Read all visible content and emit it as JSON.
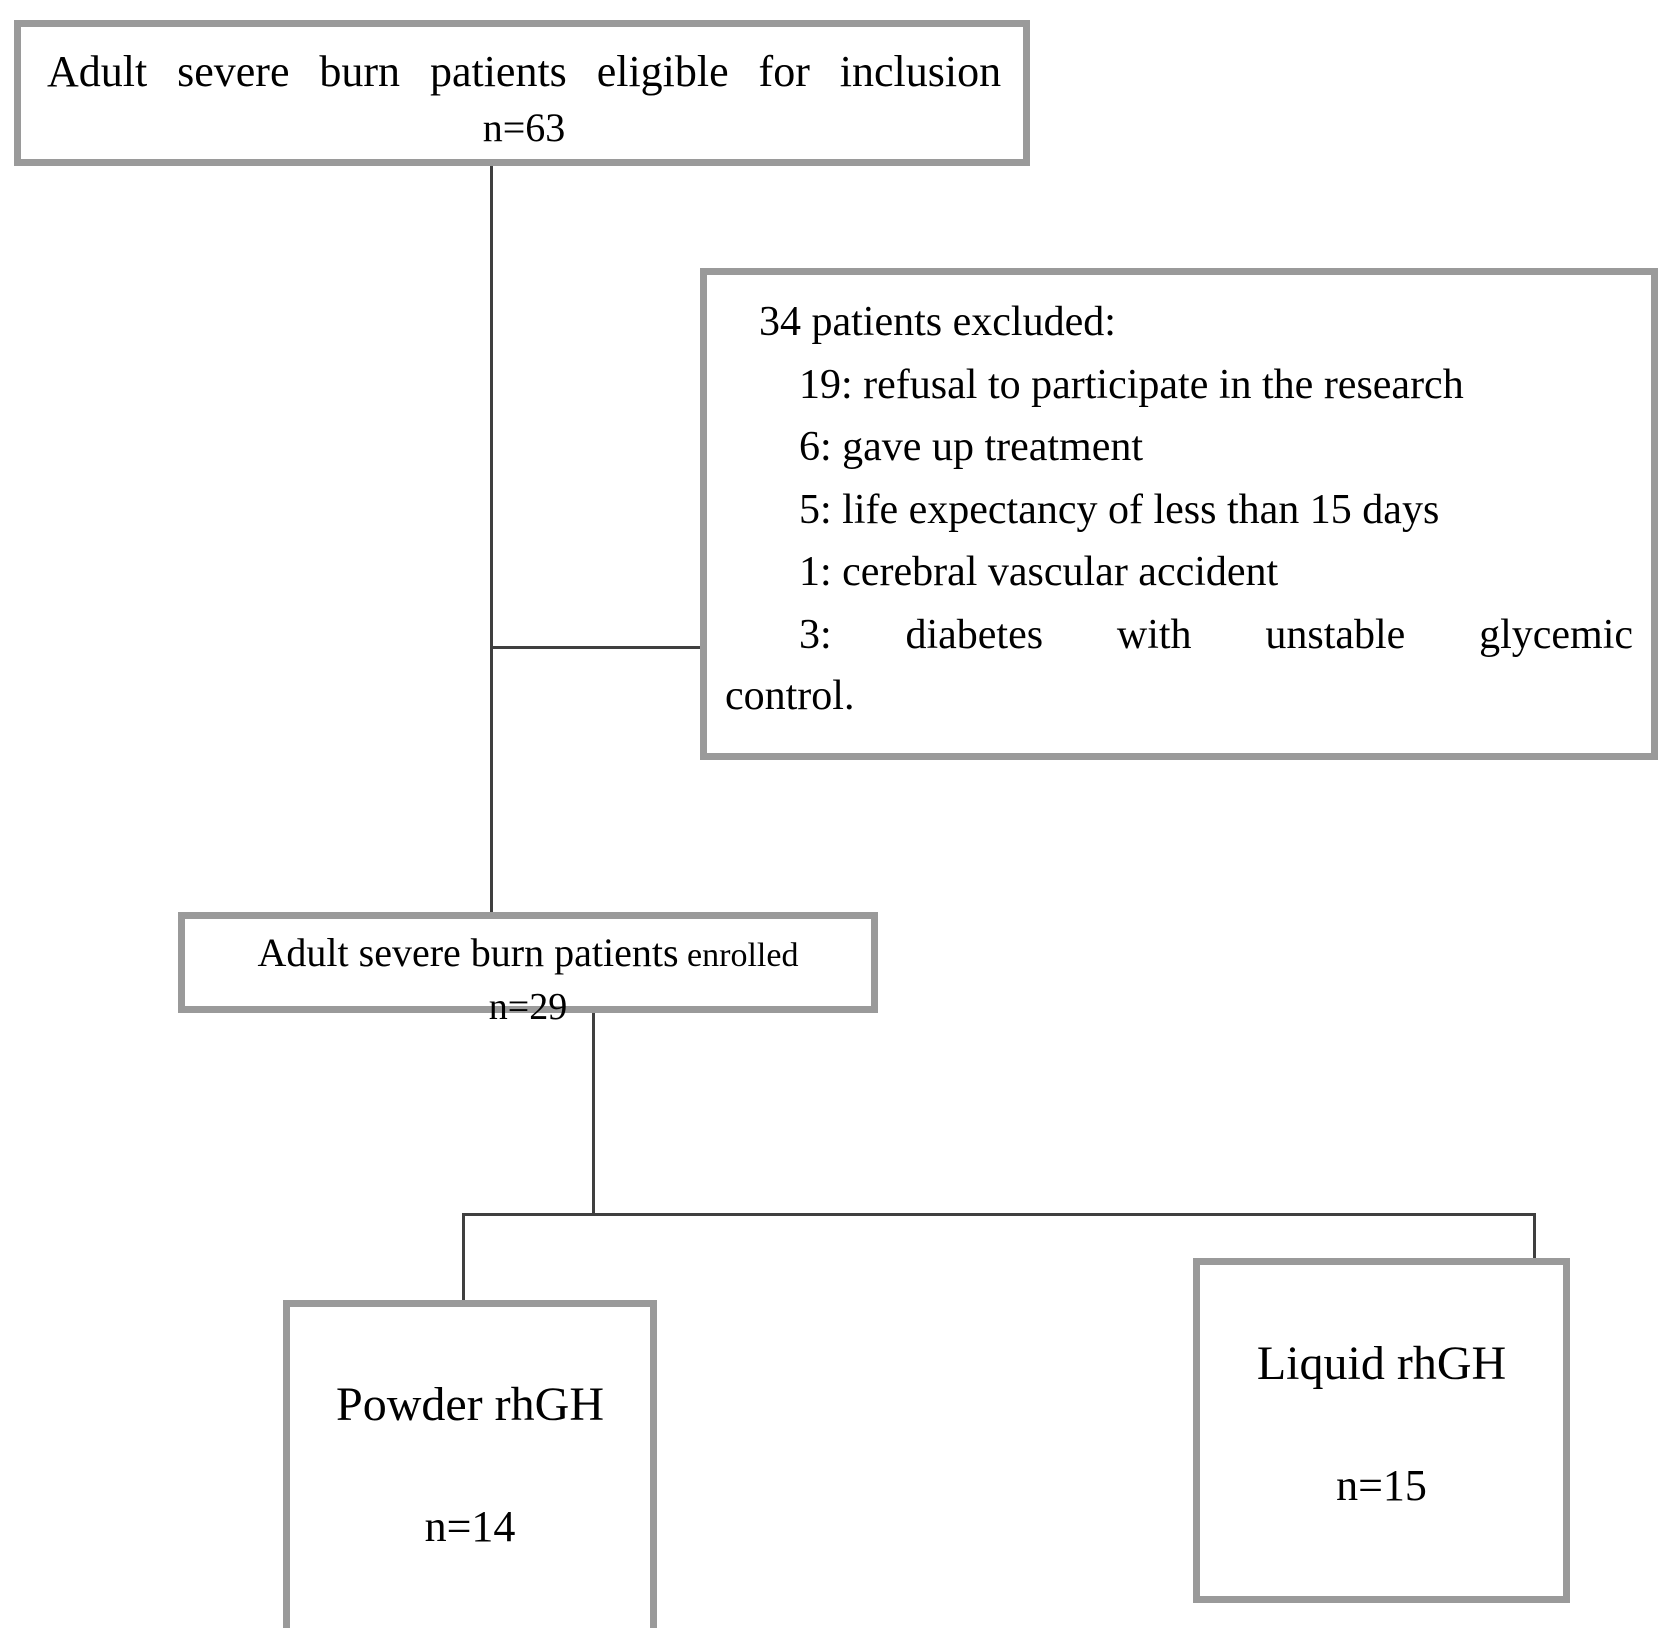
{
  "diagram": {
    "type": "flowchart",
    "title": "Patient enrollment flow diagram",
    "style": {
      "box_border_color": "#9a9a9a",
      "connector_color": "#3f3f3f",
      "background": "#ffffff",
      "text_color": "#000000"
    },
    "nodes": {
      "eligible": {
        "label": "Adult severe burn patients eligible for inclusion",
        "words": [
          "Adult",
          "severe",
          "burn",
          "patients",
          "eligible",
          "for",
          "inclusion"
        ],
        "count_label": "n=63",
        "n": 63
      },
      "excluded": {
        "header": "34 patients excluded:",
        "total": 34,
        "items": [
          {
            "n": 19,
            "label": "19: refusal to participate in the research",
            "reason": "refusal to participate in the research"
          },
          {
            "n": 6,
            "label": "6: gave up treatment",
            "reason": "gave up treatment"
          },
          {
            "n": 5,
            "label": "5: life expectancy of less than 15 days",
            "reason": "life expectancy of less than 15 days"
          },
          {
            "n": 1,
            "label": "1: cerebral vascular accident",
            "reason": "cerebral vascular accident"
          }
        ],
        "last_item_words": [
          "3:",
          "diabetes",
          "with",
          "unstable",
          "glycemic"
        ],
        "last_item_tail": "control.",
        "last_item_full": "3: diabetes with unstable glycemic control.",
        "last_item_n": 3
      },
      "enrolled": {
        "label_main": "Adult severe burn patients",
        "label_small": "enrolled",
        "label": "Adult severe burn patients enrolled",
        "count_label": "n=29",
        "n": 29
      },
      "powder": {
        "title": "Powder rhGH",
        "count_label": "n=14",
        "n": 14
      },
      "liquid": {
        "title": "Liquid rhGH",
        "count_label": "n=15",
        "n": 15
      }
    }
  }
}
